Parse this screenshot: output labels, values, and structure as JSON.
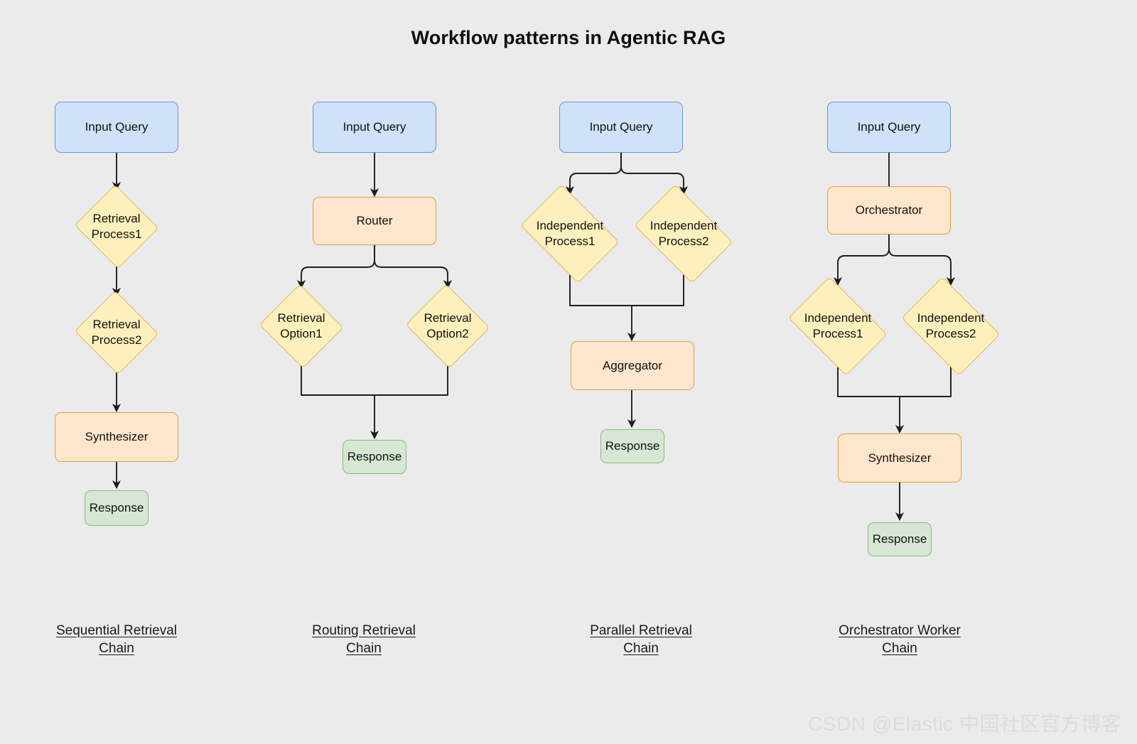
{
  "page": {
    "title": "Workflow patterns in Agentic RAG",
    "background_color": "#ebebeb",
    "watermark": "CSDN @Elastic 中国社区官方博客"
  },
  "palette": {
    "blue_fill": "#cfe2f9",
    "blue_stroke": "#7094c4",
    "yellow_fill": "#fdf0bc",
    "yellow_stroke": "#dcb95c",
    "orange_fill": "#ffe6cc",
    "orange_stroke": "#d6a340",
    "green_fill": "#d6e8d3",
    "green_stroke": "#8fb57f",
    "edge_stroke": "#1c1c1c",
    "text": "#111111"
  },
  "columns": [
    {
      "id": "sequential-retrieval-chain",
      "caption": "Sequential Retrieval\nChain",
      "nodes": [
        {
          "id": "input-query",
          "label": "Input Query",
          "shape": "rect",
          "color": "blue"
        },
        {
          "id": "retrieval-process1",
          "label": "Retrieval\nProcess1",
          "shape": "diamond",
          "color": "yellow"
        },
        {
          "id": "retrieval-process2",
          "label": "Retrieval\nProcess2",
          "shape": "diamond",
          "color": "yellow"
        },
        {
          "id": "synthesizer",
          "label": "Synthesizer",
          "shape": "rect",
          "color": "orange"
        },
        {
          "id": "response",
          "label": "Response",
          "shape": "rect",
          "color": "green"
        }
      ],
      "edges": [
        {
          "from": "input-query",
          "to": "retrieval-process1",
          "type": "straight"
        },
        {
          "from": "retrieval-process1",
          "to": "retrieval-process2",
          "type": "straight"
        },
        {
          "from": "retrieval-process2",
          "to": "synthesizer",
          "type": "straight"
        },
        {
          "from": "synthesizer",
          "to": "response",
          "type": "straight"
        }
      ]
    },
    {
      "id": "routing-retrieval-chain",
      "caption": "Routing Retrieval\nChain",
      "nodes": [
        {
          "id": "input-query",
          "label": "Input Query",
          "shape": "rect",
          "color": "blue"
        },
        {
          "id": "router",
          "label": "Router",
          "shape": "rect",
          "color": "orange"
        },
        {
          "id": "retrieval-option1",
          "label": "Retrieval\nOption1",
          "shape": "diamond",
          "color": "yellow"
        },
        {
          "id": "retrieval-option2",
          "label": "Retrieval\nOption2",
          "shape": "diamond",
          "color": "yellow"
        },
        {
          "id": "response",
          "label": "Response",
          "shape": "rect",
          "color": "green"
        }
      ],
      "edges": [
        {
          "from": "input-query",
          "to": "router",
          "type": "straight"
        },
        {
          "from": "router",
          "to": "retrieval-option1",
          "type": "split-left"
        },
        {
          "from": "router",
          "to": "retrieval-option2",
          "type": "split-right"
        },
        {
          "from": "retrieval-option1",
          "to": "response",
          "type": "merge-left"
        },
        {
          "from": "retrieval-option2",
          "to": "response",
          "type": "merge-right"
        }
      ]
    },
    {
      "id": "parallel-retrieval-chain",
      "caption": "Parallel Retrieval\nChain",
      "nodes": [
        {
          "id": "input-query",
          "label": "Input Query",
          "shape": "rect",
          "color": "blue"
        },
        {
          "id": "independent-process1",
          "label": "Independent\nProcess1",
          "shape": "diamond",
          "color": "yellow"
        },
        {
          "id": "independent-process2",
          "label": "Independent\nProcess2",
          "shape": "diamond",
          "color": "yellow"
        },
        {
          "id": "aggregator",
          "label": "Aggregator",
          "shape": "rect",
          "color": "orange"
        },
        {
          "id": "response",
          "label": "Response",
          "shape": "rect",
          "color": "green"
        }
      ],
      "edges": [
        {
          "from": "input-query",
          "to": "independent-process1",
          "type": "split-left"
        },
        {
          "from": "input-query",
          "to": "independent-process2",
          "type": "split-right"
        },
        {
          "from": "independent-process1",
          "to": "aggregator",
          "type": "merge-left"
        },
        {
          "from": "independent-process2",
          "to": "aggregator",
          "type": "merge-right"
        },
        {
          "from": "aggregator",
          "to": "response",
          "type": "straight"
        }
      ]
    },
    {
      "id": "orchestrator-worker-chain",
      "caption": "Orchestrator Worker\nChain",
      "nodes": [
        {
          "id": "input-query",
          "label": "Input Query",
          "shape": "rect",
          "color": "blue"
        },
        {
          "id": "orchestrator",
          "label": "Orchestrator",
          "shape": "rect",
          "color": "orange"
        },
        {
          "id": "independent-process1",
          "label": "Independent\nProcess1",
          "shape": "diamond",
          "color": "yellow"
        },
        {
          "id": "independent-process2",
          "label": "Independent\nProcess2",
          "shape": "diamond",
          "color": "yellow"
        },
        {
          "id": "synthesizer",
          "label": "Synthesizer",
          "shape": "rect",
          "color": "orange"
        },
        {
          "id": "response",
          "label": "Response",
          "shape": "rect",
          "color": "green"
        }
      ],
      "edges": [
        {
          "from": "input-query",
          "to": "orchestrator",
          "type": "plain"
        },
        {
          "from": "orchestrator",
          "to": "independent-process1",
          "type": "split-left"
        },
        {
          "from": "orchestrator",
          "to": "independent-process2",
          "type": "split-right"
        },
        {
          "from": "independent-process1",
          "to": "synthesizer",
          "type": "merge-left"
        },
        {
          "from": "independent-process2",
          "to": "synthesizer",
          "type": "merge-right"
        },
        {
          "from": "synthesizer",
          "to": "response",
          "type": "straight"
        }
      ]
    }
  ]
}
